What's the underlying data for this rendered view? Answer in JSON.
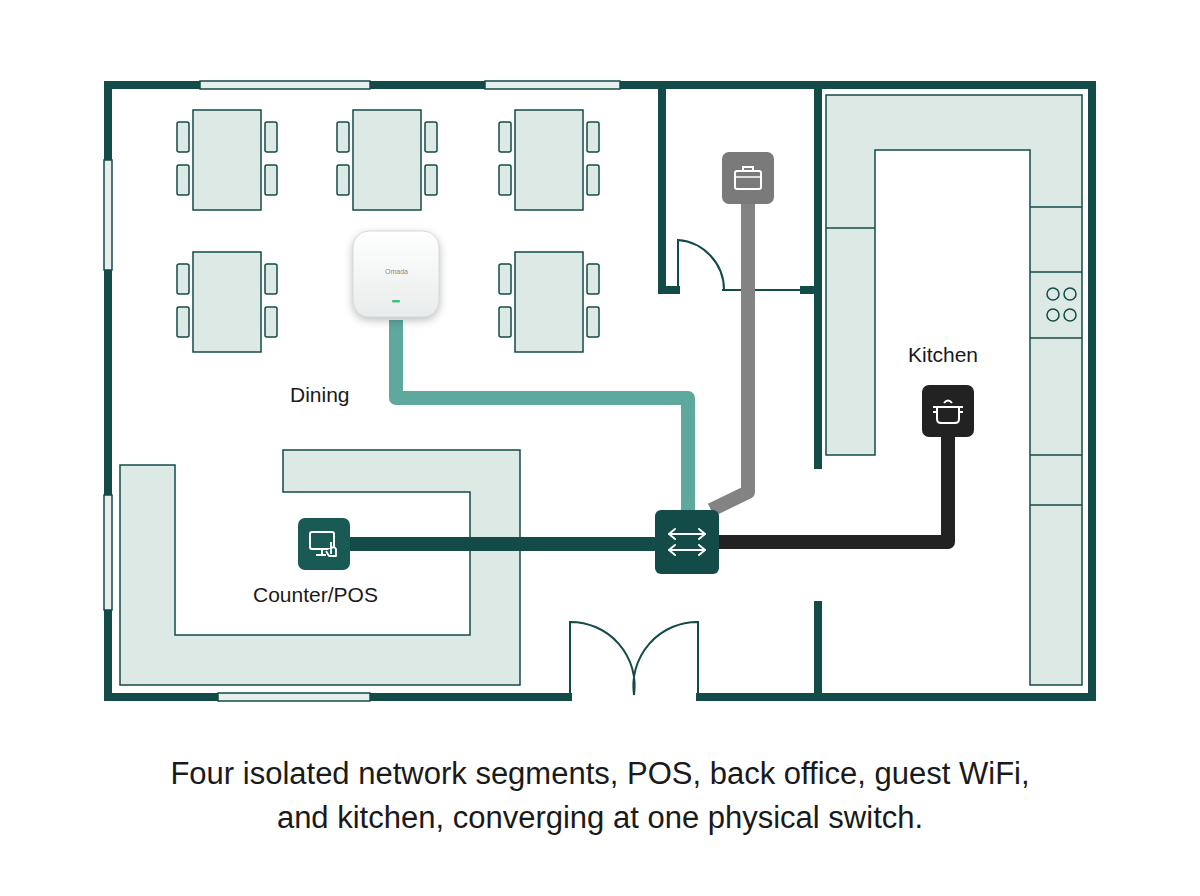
{
  "diagram": {
    "caption": "Four isolated network segments, POS, back office, guest WiFi, and kitchen, converging at one physical switch.",
    "nodes": [
      {
        "text": [
          "Dining"
        ]
      },
      {
        "text": []
      },
      {
        "text": [
          "Kitchen"
        ]
      },
      {
        "text": [
          "Counter/POS"
        ]
      },
      {
        "text": []
      }
    ],
    "edges": [
      {
        "from": 0,
        "to": 4,
        "arrow": "none"
      },
      {
        "from": 1,
        "to": 4,
        "arrow": "none"
      },
      {
        "from": 2,
        "to": 4,
        "arrow": "none"
      },
      {
        "from": 3,
        "to": 4,
        "arrow": "none"
      }
    ],
    "labels": [
      "Omada"
    ]
  }
}
